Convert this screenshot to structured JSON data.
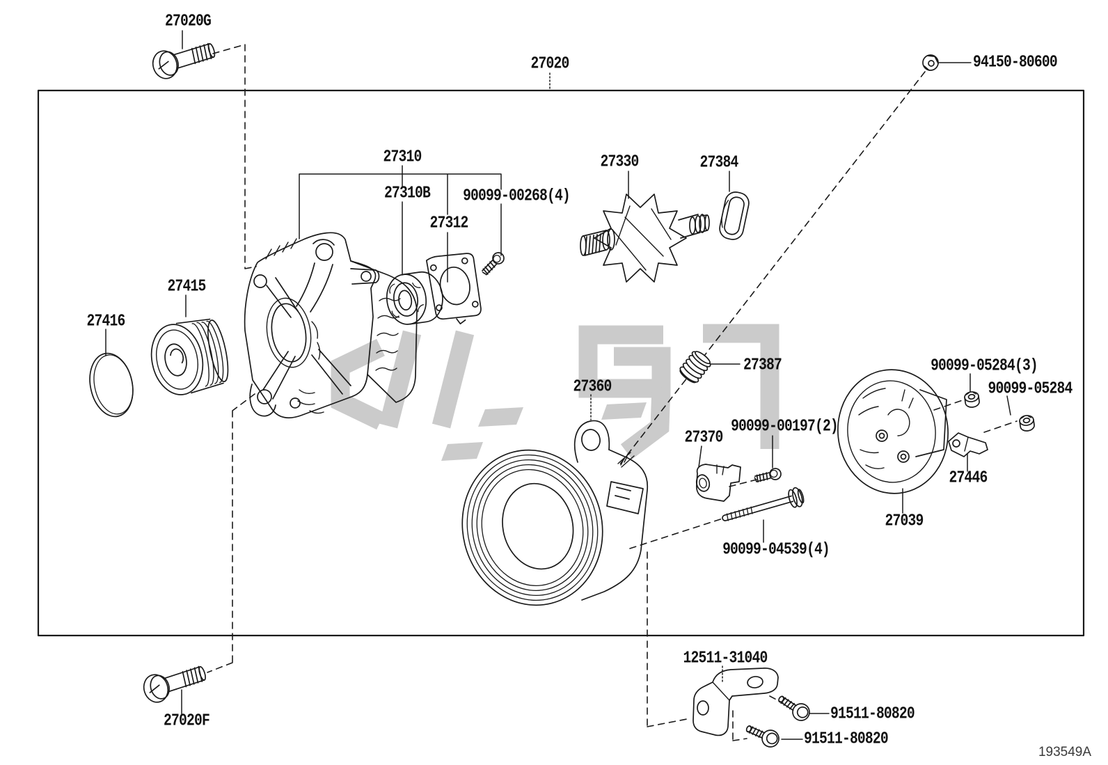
{
  "diagram": {
    "drawing_code": "193549A",
    "watermark_color": "#cbcbcb",
    "line_color": "#1a1a1a",
    "labels": {
      "p27020g": "27020G",
      "p27020": "27020",
      "p94150_80600": "94150-80600",
      "p27310": "27310",
      "p27310b": "27310B",
      "p90099_00268": "90099-00268(4)",
      "p27312": "27312",
      "p27330": "27330",
      "p27384": "27384",
      "p27415": "27415",
      "p27416": "27416",
      "p27387": "27387",
      "p27360": "27360",
      "p27370": "27370",
      "p90099_00197": "90099-00197(2)",
      "p90099_05284_3": "90099-05284(3)",
      "p90099_05284": "90099-05284",
      "p27446": "27446",
      "p27039": "27039",
      "p90099_04539": "90099-04539(4)",
      "p12511_31040": "12511-31040",
      "p91511_80820_a": "91511-80820",
      "p91511_80820_b": "91511-80820",
      "p27020f": "27020F"
    }
  }
}
